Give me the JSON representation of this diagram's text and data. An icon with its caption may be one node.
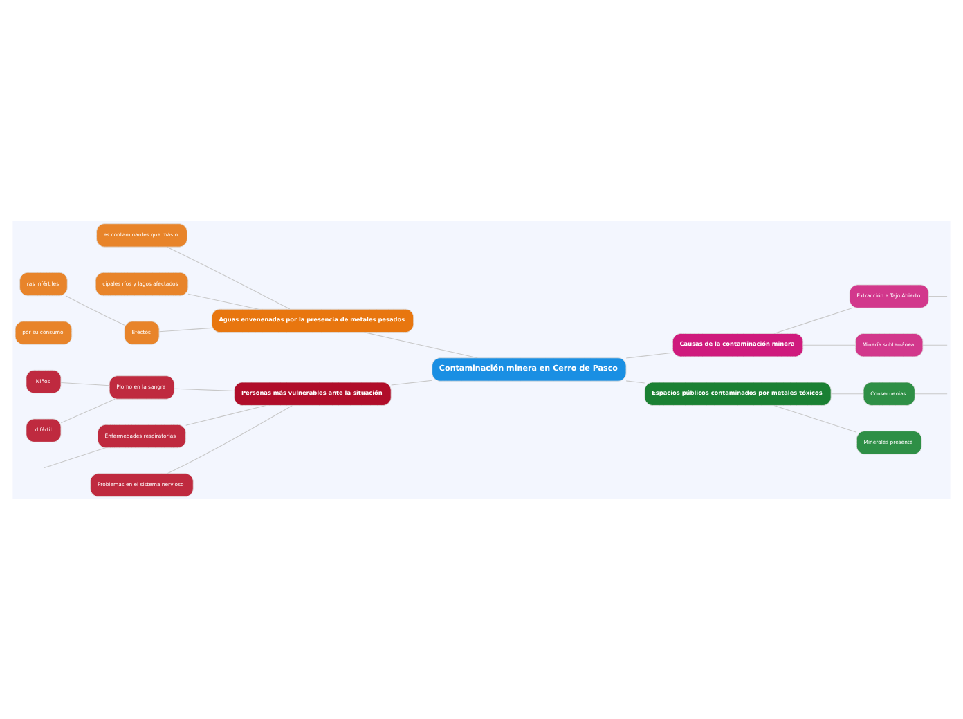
{
  "diagram": {
    "nodes": [
      {
        "text": [
          "Contaminación minera en Cerro de Pasco"
        ]
      },
      {
        "text": [
          "Aguas envenenadas por la presencia de metales pesados"
        ]
      },
      {
        "text": [
          "es contaminantes que más n"
        ]
      },
      {
        "text": [
          "cipales ríos y lagos afectados"
        ]
      },
      {
        "text": [
          "Efectos"
        ]
      },
      {
        "text": [
          "ras infértiles"
        ]
      },
      {
        "text": [
          "por su consumo"
        ]
      },
      {
        "text": [
          "Personas más vulnerables ante la situación"
        ]
      },
      {
        "text": [
          "Plomo en la sangre"
        ]
      },
      {
        "text": [
          "Niños"
        ]
      },
      {
        "text": [
          "d fértil"
        ]
      },
      {
        "text": [
          "Enfermedades respiratorias"
        ]
      },
      {
        "text": [
          "Problemas en el sistema nervioso"
        ]
      },
      {
        "text": [
          "Causas de la contaminación minera"
        ]
      },
      {
        "text": [
          "Extracción a Tajo Abierto"
        ]
      },
      {
        "text": [
          "Minería subterránea"
        ]
      },
      {
        "text": [
          "Espacios públicos contaminados por metales tóxicos"
        ]
      },
      {
        "text": [
          "Consecuenias"
        ]
      },
      {
        "text": [
          "Minerales presente"
        ]
      }
    ],
    "edges": [
      {
        "from": 0,
        "to": 1,
        "arrow": "none"
      },
      {
        "from": 1,
        "to": 2,
        "arrow": "none"
      },
      {
        "from": 1,
        "to": 3,
        "arrow": "none"
      },
      {
        "from": 1,
        "to": 4,
        "arrow": "none"
      },
      {
        "from": 4,
        "to": 5,
        "arrow": "none"
      },
      {
        "from": 4,
        "to": 6,
        "arrow": "none"
      },
      {
        "from": 0,
        "to": 7,
        "arrow": "none"
      },
      {
        "from": 7,
        "to": 8,
        "arrow": "none"
      },
      {
        "from": 8,
        "to": 9,
        "arrow": "none"
      },
      {
        "from": 8,
        "to": 10,
        "arrow": "none"
      },
      {
        "from": 7,
        "to": 11,
        "arrow": "none"
      },
      {
        "from": 11,
        "to": null,
        "arrow": "none"
      },
      {
        "from": 7,
        "to": 12,
        "arrow": "none"
      },
      {
        "from": 0,
        "to": 13,
        "arrow": "none"
      },
      {
        "from": 13,
        "to": 14,
        "arrow": "none"
      },
      {
        "from": 14,
        "to": null,
        "arrow": "none"
      },
      {
        "from": 13,
        "to": 15,
        "arrow": "none"
      },
      {
        "from": 15,
        "to": null,
        "arrow": "none"
      },
      {
        "from": 0,
        "to": 16,
        "arrow": "none"
      },
      {
        "from": 16,
        "to": 17,
        "arrow": "none"
      },
      {
        "from": 17,
        "to": null,
        "arrow": "none"
      },
      {
        "from": 16,
        "to": 18,
        "arrow": "none"
      }
    ]
  }
}
